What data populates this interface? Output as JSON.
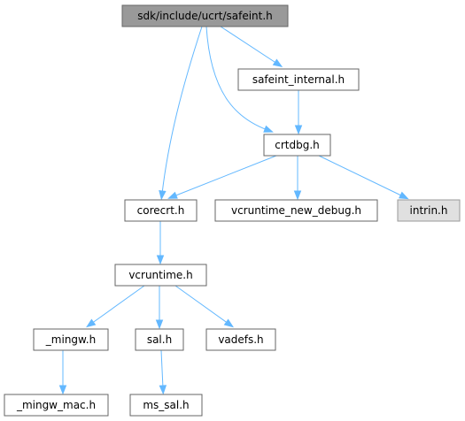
{
  "graph": {
    "nodes": [
      {
        "id": "safeint",
        "label": "sdk/include/ucrt/safeint.h",
        "style": "root"
      },
      {
        "id": "safeint_internal",
        "label": "safeint_internal.h",
        "style": "normal"
      },
      {
        "id": "crtdbg",
        "label": "crtdbg.h",
        "style": "normal"
      },
      {
        "id": "corecrt",
        "label": "corecrt.h",
        "style": "normal"
      },
      {
        "id": "vcruntime_new_debug",
        "label": "vcruntime_new_debug.h",
        "style": "normal"
      },
      {
        "id": "intrin",
        "label": "intrin.h",
        "style": "external"
      },
      {
        "id": "vcruntime",
        "label": "vcruntime.h",
        "style": "normal"
      },
      {
        "id": "mingw",
        "label": "_mingw.h",
        "style": "normal"
      },
      {
        "id": "sal",
        "label": "sal.h",
        "style": "normal"
      },
      {
        "id": "vadefs",
        "label": "vadefs.h",
        "style": "normal"
      },
      {
        "id": "mingw_mac",
        "label": "_mingw_mac.h",
        "style": "normal"
      },
      {
        "id": "ms_sal",
        "label": "ms_sal.h",
        "style": "normal"
      }
    ],
    "edges": [
      {
        "from": "safeint",
        "to": "corecrt"
      },
      {
        "from": "safeint",
        "to": "safeint_internal"
      },
      {
        "from": "safeint",
        "to": "crtdbg"
      },
      {
        "from": "safeint_internal",
        "to": "crtdbg"
      },
      {
        "from": "crtdbg",
        "to": "corecrt"
      },
      {
        "from": "crtdbg",
        "to": "vcruntime_new_debug"
      },
      {
        "from": "crtdbg",
        "to": "intrin"
      },
      {
        "from": "corecrt",
        "to": "vcruntime"
      },
      {
        "from": "vcruntime",
        "to": "mingw"
      },
      {
        "from": "vcruntime",
        "to": "sal"
      },
      {
        "from": "vcruntime",
        "to": "vadefs"
      },
      {
        "from": "mingw",
        "to": "mingw_mac"
      },
      {
        "from": "sal",
        "to": "ms_sal"
      }
    ],
    "colors": {
      "root_fill": "#999999",
      "external_fill": "#e0e0e0",
      "node_fill": "#ffffff",
      "node_stroke": "#666666",
      "edge": "#63b8ff"
    }
  }
}
